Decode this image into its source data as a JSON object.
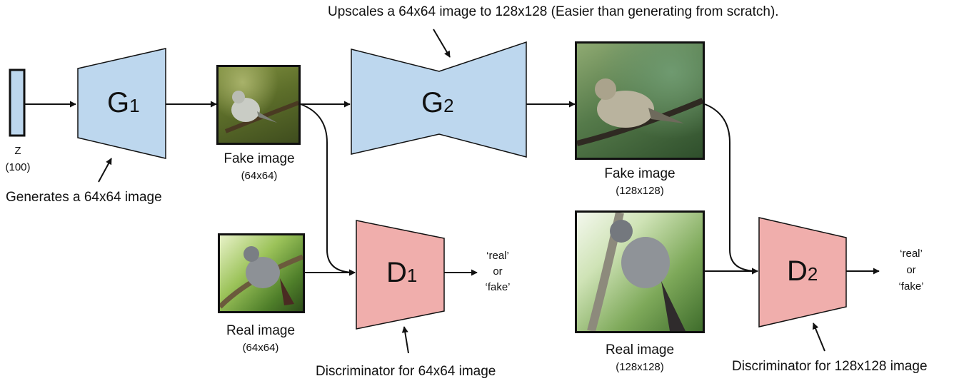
{
  "top_annotation": "Upscales a 64x64 image to 128x128 (Easier than generating from scratch).",
  "z_vector": {
    "name": "Z",
    "size": "(100)"
  },
  "g1": {
    "letter": "G",
    "sub": "1",
    "annotation": "Generates a 64x64 image",
    "color": "#bdd7ee"
  },
  "g2": {
    "letter": "G",
    "sub": "2",
    "color": "#bdd7ee"
  },
  "d1": {
    "letter": "D",
    "sub": "1",
    "annotation": "Discriminator for 64x64 image",
    "color": "#f0aeac"
  },
  "d2": {
    "letter": "D",
    "sub": "2",
    "annotation": "Discriminator for 128x128 image",
    "color": "#f0aeac"
  },
  "fake64": {
    "title": "Fake image",
    "size": "(64x64)"
  },
  "real64": {
    "title": "Real image",
    "size": "(64x64)"
  },
  "fake128": {
    "title": "Fake image",
    "size": "(128x128)"
  },
  "real128": {
    "title": "Real image",
    "size": "(128x128)"
  },
  "d1_output": {
    "line1": "‘real’",
    "line2": "or",
    "line3": "‘fake’"
  },
  "d2_output": {
    "line1": "‘real’",
    "line2": "or",
    "line3": "‘fake’"
  }
}
